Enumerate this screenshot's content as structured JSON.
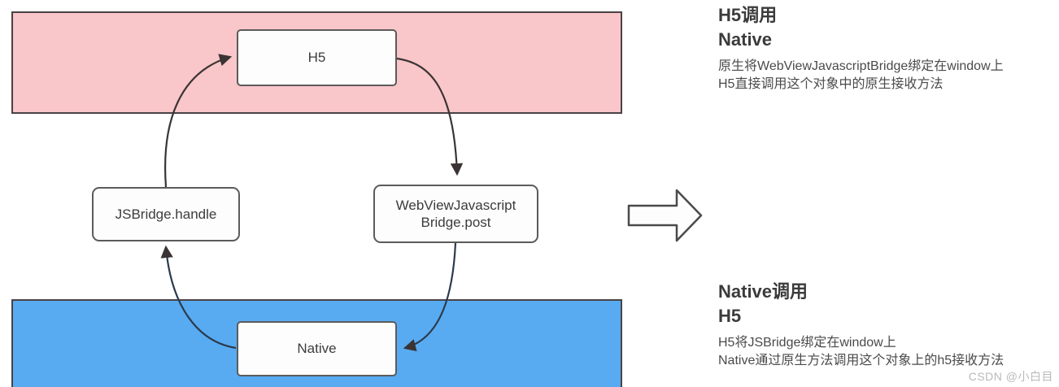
{
  "diagram": {
    "bands": {
      "h5_band_color": "#f9c6c9",
      "native_band_color": "#58abf1",
      "band_border_color": "#4a4245"
    },
    "nodes": {
      "h5": "H5",
      "native": "Native",
      "jsbridge": "JSBridge.handle",
      "webview_line1": "WebViewJavascript",
      "webview_line2": "Bridge.post"
    },
    "arrow_color": "#3a3434",
    "flow_arrow_icon": "big-right-arrow"
  },
  "notes": {
    "top": {
      "title_line1": "H5调用",
      "title_line2": "Native",
      "body_line1": "原生将WebViewJavascriptBridge绑定在window上",
      "body_line2": "H5直接调用这个对象中的原生接收方法"
    },
    "bottom": {
      "title_line1": "Native调用",
      "title_line2": "H5",
      "body_line1": "H5将JSBridge绑定在window上",
      "body_line2": "Native通过原生方法调用这个对象上的h5接收方法"
    }
  },
  "watermark": "CSDN @小白目"
}
